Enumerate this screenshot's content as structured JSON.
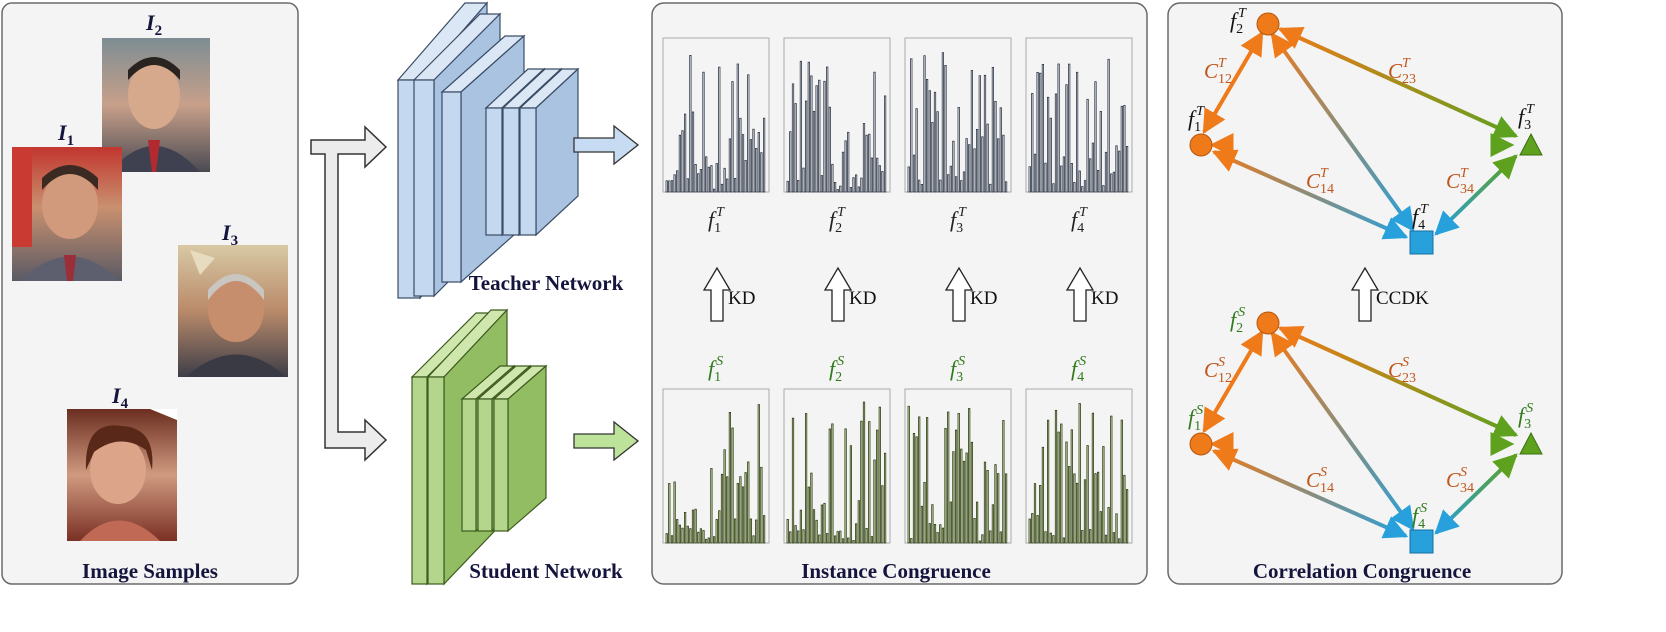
{
  "panels": {
    "images_title": "Image Samples",
    "instance_title": "Instance Congruence",
    "correlation_title": "Correlation Congruence"
  },
  "images": [
    {
      "label": "I",
      "sub": "1"
    },
    {
      "label": "I",
      "sub": "2"
    },
    {
      "label": "I",
      "sub": "3"
    },
    {
      "label": "I",
      "sub": "4"
    }
  ],
  "networks": {
    "teacher": "Teacher Network",
    "student": "Student Network"
  },
  "features": {
    "teacher": [
      {
        "base": "f",
        "sub": "1",
        "sup": "T"
      },
      {
        "base": "f",
        "sub": "2",
        "sup": "T"
      },
      {
        "base": "f",
        "sub": "3",
        "sup": "T"
      },
      {
        "base": "f",
        "sub": "4",
        "sup": "T"
      }
    ],
    "student": [
      {
        "base": "f",
        "sub": "1",
        "sup": "S"
      },
      {
        "base": "f",
        "sub": "2",
        "sup": "S"
      },
      {
        "base": "f",
        "sub": "3",
        "sup": "S"
      },
      {
        "base": "f",
        "sub": "4",
        "sup": "S"
      }
    ],
    "kd_label": "KD"
  },
  "correlation": {
    "ccdk_label": "CCDK",
    "teacher_nodes": [
      {
        "base": "f",
        "sub": "1",
        "sup": "T"
      },
      {
        "base": "f",
        "sub": "2",
        "sup": "T"
      },
      {
        "base": "f",
        "sub": "3",
        "sup": "T"
      },
      {
        "base": "f",
        "sub": "4",
        "sup": "T"
      }
    ],
    "student_nodes": [
      {
        "base": "f",
        "sub": "1",
        "sup": "S"
      },
      {
        "base": "f",
        "sub": "2",
        "sup": "S"
      },
      {
        "base": "f",
        "sub": "3",
        "sup": "S"
      },
      {
        "base": "f",
        "sub": "4",
        "sup": "S"
      }
    ],
    "teacher_edges": [
      {
        "base": "C",
        "sub": "12",
        "sup": "T"
      },
      {
        "base": "C",
        "sub": "23",
        "sup": "T"
      },
      {
        "base": "C",
        "sub": "14",
        "sup": "T"
      },
      {
        "base": "C",
        "sub": "34",
        "sup": "T"
      }
    ],
    "student_edges": [
      {
        "base": "C",
        "sub": "12",
        "sup": "S"
      },
      {
        "base": "C",
        "sub": "23",
        "sup": "S"
      },
      {
        "base": "C",
        "sub": "14",
        "sup": "S"
      },
      {
        "base": "C",
        "sub": "34",
        "sup": "S"
      }
    ]
  },
  "colors": {
    "teacher_net": "#b8d0ea",
    "student_net": "#a9cd7e",
    "teacher_bar": "#2b3445",
    "student_bar": "#5a7a2a",
    "orange": "#ee7a1a",
    "green": "#5ea11e",
    "blue": "#27a0dc",
    "student_text": "#2f7a1a"
  }
}
